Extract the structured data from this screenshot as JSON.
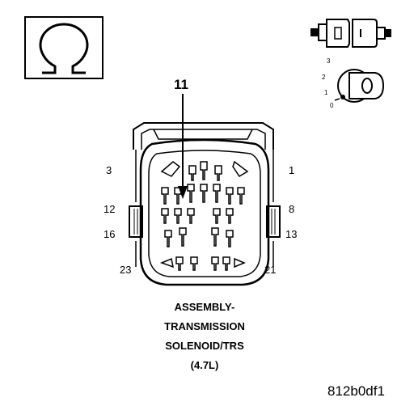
{
  "symbols": {
    "meter_icon": "ohm-symbol-icon",
    "meter_glyph": "Ω",
    "connector_icon": "connector-plug-icon",
    "ignition_icon": "ignition-key-icon",
    "ignition_positions": [
      "3",
      "2",
      "1",
      "0"
    ]
  },
  "diagram": {
    "callout_pin": "11",
    "pin_labels": {
      "p3": "3",
      "p1": "1",
      "p12": "12",
      "p8": "8",
      "p16": "16",
      "p13": "13",
      "p23": "23",
      "p21": "21"
    }
  },
  "caption": {
    "line1": "ASSEMBLY-",
    "line2": "TRANSMISSION",
    "line3": "SOLENOID/TRS",
    "line4": "(4.7L)"
  },
  "figure_id": "812b0df1",
  "colors": {
    "ink": "#000000",
    "paper": "#ffffff"
  }
}
